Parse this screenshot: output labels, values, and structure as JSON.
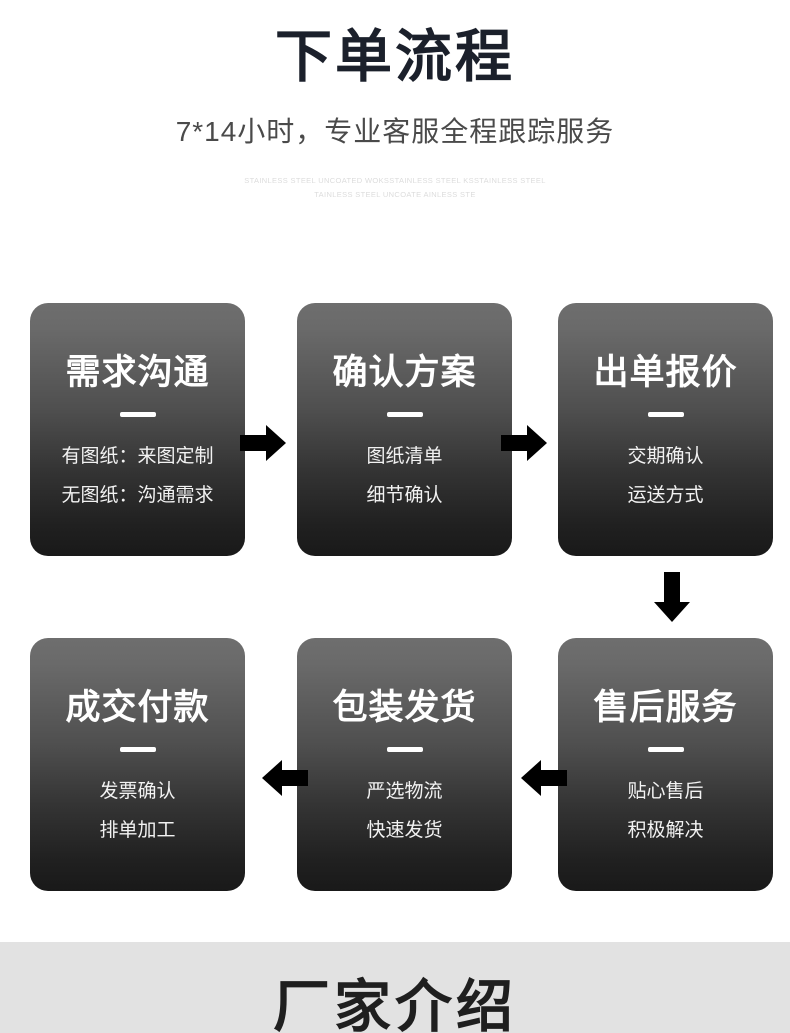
{
  "header": {
    "title": "下单流程",
    "subtitle": "7*14小时，专业客服全程跟踪服务",
    "micro_line_1": "STAINLESS STEEL UNCOATED WOKSSTAINLESS STEEL KSSTAINLESS STEEL",
    "micro_line_2": "TAINLESS STEEL UNCOATE AINLESS STE"
  },
  "colors": {
    "title": "#1b202b",
    "subtitle": "#4a4a4a",
    "micro": "#dcdcdc",
    "card_top": "#6e6e6e",
    "card_bottom": "#191919",
    "arrow": "#000000",
    "band_bg": "#e2e2e2",
    "page_bg": "#ffffff"
  },
  "flow": {
    "cards": [
      {
        "title": "需求沟通",
        "lines": [
          "有图纸：来图定制",
          "无图纸：沟通需求"
        ]
      },
      {
        "title": "确认方案",
        "lines": [
          "图纸清单",
          "细节确认"
        ]
      },
      {
        "title": "出单报价",
        "lines": [
          "交期确认",
          "运送方式"
        ]
      },
      {
        "title": "成交付款",
        "lines": [
          "发票确认",
          "排单加工"
        ]
      },
      {
        "title": "包装发货",
        "lines": [
          "严选物流",
          "快速发货"
        ]
      },
      {
        "title": "售后服务",
        "lines": [
          "贴心售后",
          "积极解决"
        ]
      }
    ],
    "arrows": [
      {
        "icon": "arrow-right-icon",
        "direction": "right"
      },
      {
        "icon": "arrow-right-icon",
        "direction": "right"
      },
      {
        "icon": "arrow-down-icon",
        "direction": "down"
      },
      {
        "icon": "arrow-left-icon",
        "direction": "left"
      },
      {
        "icon": "arrow-left-icon",
        "direction": "left"
      }
    ]
  },
  "bottom": {
    "title": "厂家介绍"
  }
}
